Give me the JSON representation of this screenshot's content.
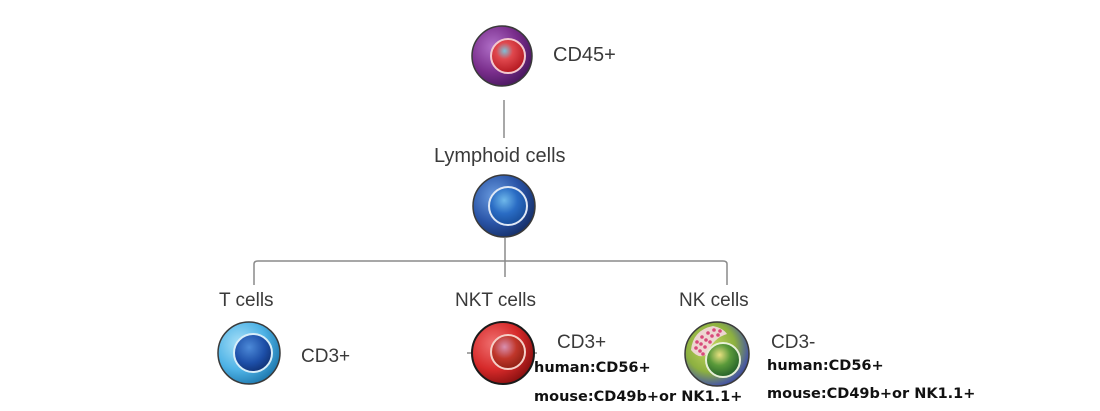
{
  "root": {
    "marker": "CD45+",
    "icon": "leukocyte-cell-icon"
  },
  "lymphoid": {
    "title": "Lymphoid cells",
    "icon": "lymphoid-cell-icon"
  },
  "branches": [
    {
      "title": "T cells",
      "marker": "CD3+",
      "icon": "t-cell-icon"
    },
    {
      "title": "NKT  cells",
      "marker": "CD3+",
      "human": "human:CD56+",
      "mouse": "mouse:CD49b+or NK1.1+",
      "icon": "nkt-cell-icon"
    },
    {
      "title": "NK cells",
      "marker": "CD3-",
      "human": "human:CD56+",
      "mouse": "mouse:CD49b+or NK1.1+",
      "icon": "nk-cell-icon"
    }
  ],
  "colors": {
    "connector": "#8a8a8a",
    "cd45_outer": "#7a2e8c",
    "cd45_nucleus": "#d8232a",
    "lymphoid": "#2456b0",
    "tcell_outer": "#4fb3e6",
    "tcell_nucleus": "#1d4fa8",
    "nkt": "#d62a2a",
    "nk_outer": "#4a5aa0",
    "nk_inner": "#9ec03a",
    "nk_nucleus": "#2f7a3a"
  }
}
